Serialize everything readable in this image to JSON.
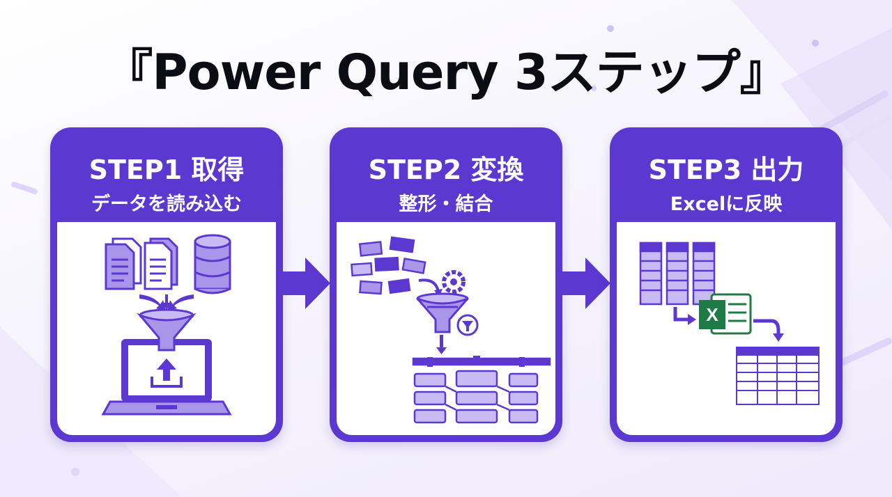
{
  "title": "『Power Query 3ステップ』",
  "steps": [
    {
      "title": "STEP1 取得",
      "subtitle": "データを読み込む"
    },
    {
      "title": "STEP2 変換",
      "subtitle": "整形・結合"
    },
    {
      "title": "STEP3 出力",
      "subtitle": "Excelに反映"
    }
  ],
  "excel_icon_letter": "X",
  "icons": [
    "document-icon",
    "database-icon",
    "funnel-icon",
    "laptop-icon",
    "upload-icon",
    "gear-icon",
    "table-icon",
    "excel-icon"
  ],
  "colors": {
    "accent": "#5b38d0",
    "light": "#a995ea",
    "excel_green": "#1e7b45",
    "title": "#0c0c14"
  }
}
